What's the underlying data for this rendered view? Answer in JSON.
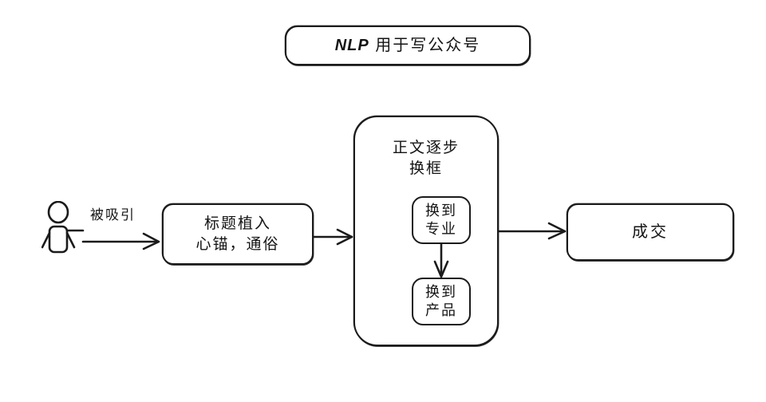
{
  "diagram": {
    "title_box": {
      "latin": "NLP",
      "text": "用于写公众号",
      "full": "NLP 用于写公众号"
    },
    "actor": {
      "icon": "person-stick-figure",
      "label": ""
    },
    "edges": {
      "attracted_label": "被吸引",
      "actor_to_headline": "arrow-right",
      "headline_to_body": "arrow-right",
      "body_to_deal": "arrow-right",
      "pro_to_product": "arrow-down"
    },
    "nodes": {
      "headline": {
        "line1": "标题植入",
        "line2": "心锚，通俗"
      },
      "body_container": {
        "line1": "正文逐步",
        "line2": "换框"
      },
      "reframe_professional": {
        "line1": "换到",
        "line2": "专业"
      },
      "reframe_product": {
        "line1": "换到",
        "line2": "产品"
      },
      "deal": {
        "label": "成交"
      }
    },
    "colors": {
      "stroke": "#1b1b1b",
      "text": "#141414",
      "background": "#ffffff"
    }
  }
}
